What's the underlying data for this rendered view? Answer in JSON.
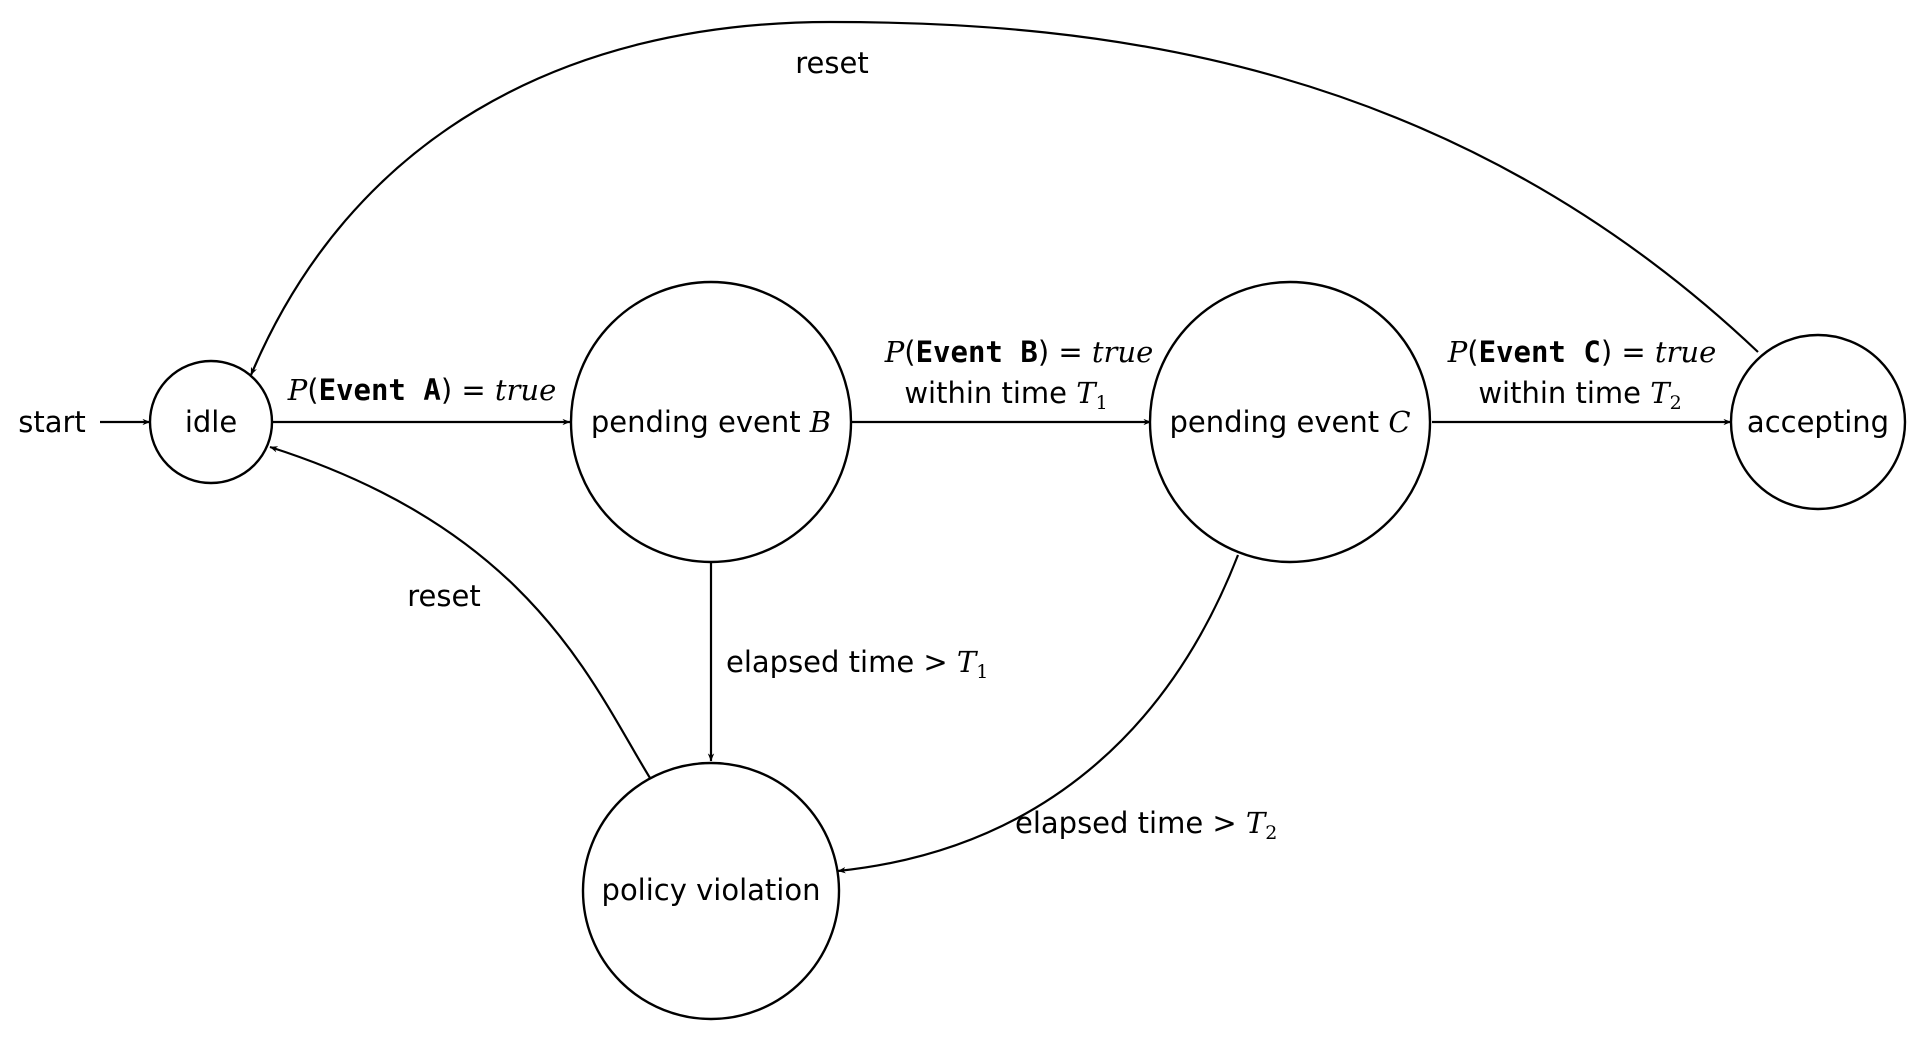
{
  "diagram": {
    "start_label": "start",
    "states": {
      "idle": "idle",
      "pending_b": {
        "text": "pending event ",
        "var": "B"
      },
      "pending_c": {
        "text": "pending event ",
        "var": "C"
      },
      "accepting": "accepting",
      "violation": "policy violation"
    },
    "edges": {
      "idle_to_b": {
        "p": "P",
        "open": "(",
        "event": "Event A",
        "close": ")",
        "eq": " = ",
        "value": "true"
      },
      "b_to_c": {
        "p": "P",
        "open": "(",
        "event": "Event B",
        "close": ")",
        "eq": " = ",
        "value": "true",
        "within": "within time ",
        "t": "T",
        "sub": "1"
      },
      "c_to_accepting": {
        "p": "P",
        "open": "(",
        "event": "Event C",
        "close": ")",
        "eq": " = ",
        "value": "true",
        "within": "within time ",
        "t": "T",
        "sub": "2"
      },
      "b_to_violation": {
        "text": "elapsed time > ",
        "t": "T",
        "sub": "1"
      },
      "c_to_violation": {
        "text": "elapsed time > ",
        "t": "T",
        "sub": "2"
      },
      "accepting_to_idle": "reset",
      "violation_to_idle": "reset"
    }
  }
}
